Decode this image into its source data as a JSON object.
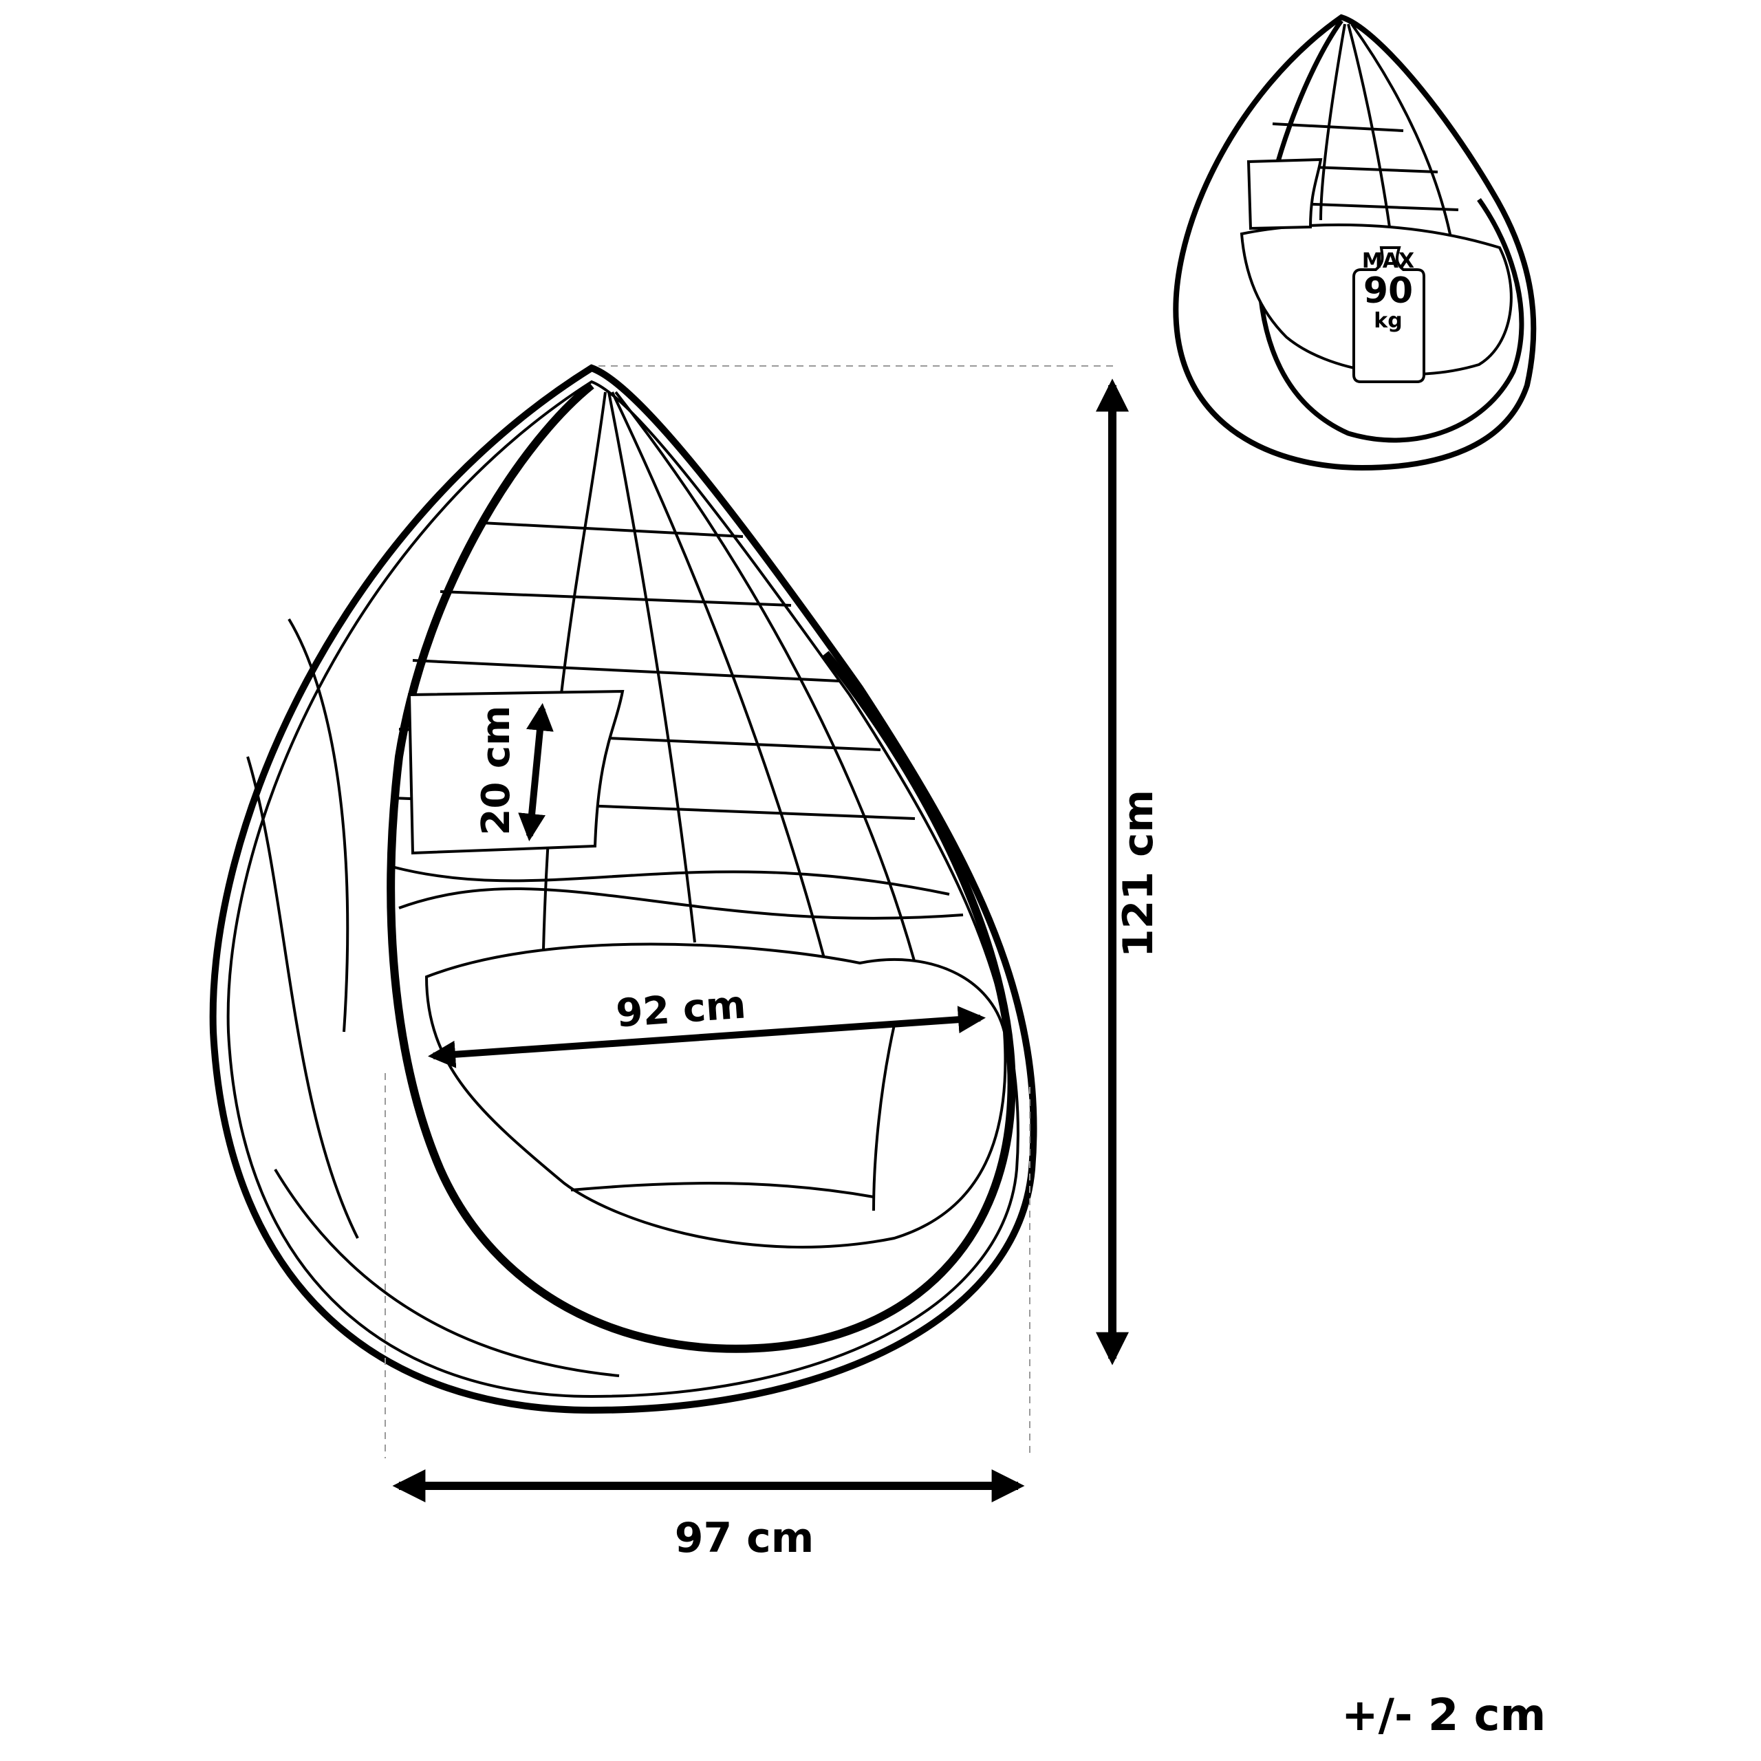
{
  "diagram": {
    "subject": "hanging egg chair (teardrop rattan swing chair with cushion and pillow)",
    "dimensions": {
      "height": "121 cm",
      "width": "97 cm",
      "seat_width": "92 cm",
      "pillow_height": "20 cm"
    },
    "max_load": {
      "line1": "MAX",
      "value": "90",
      "unit": "kg"
    },
    "tolerance": "+/- 2 cm"
  },
  "colors": {
    "ink": "#000000",
    "background": "#ffffff",
    "guide": "#999999"
  }
}
